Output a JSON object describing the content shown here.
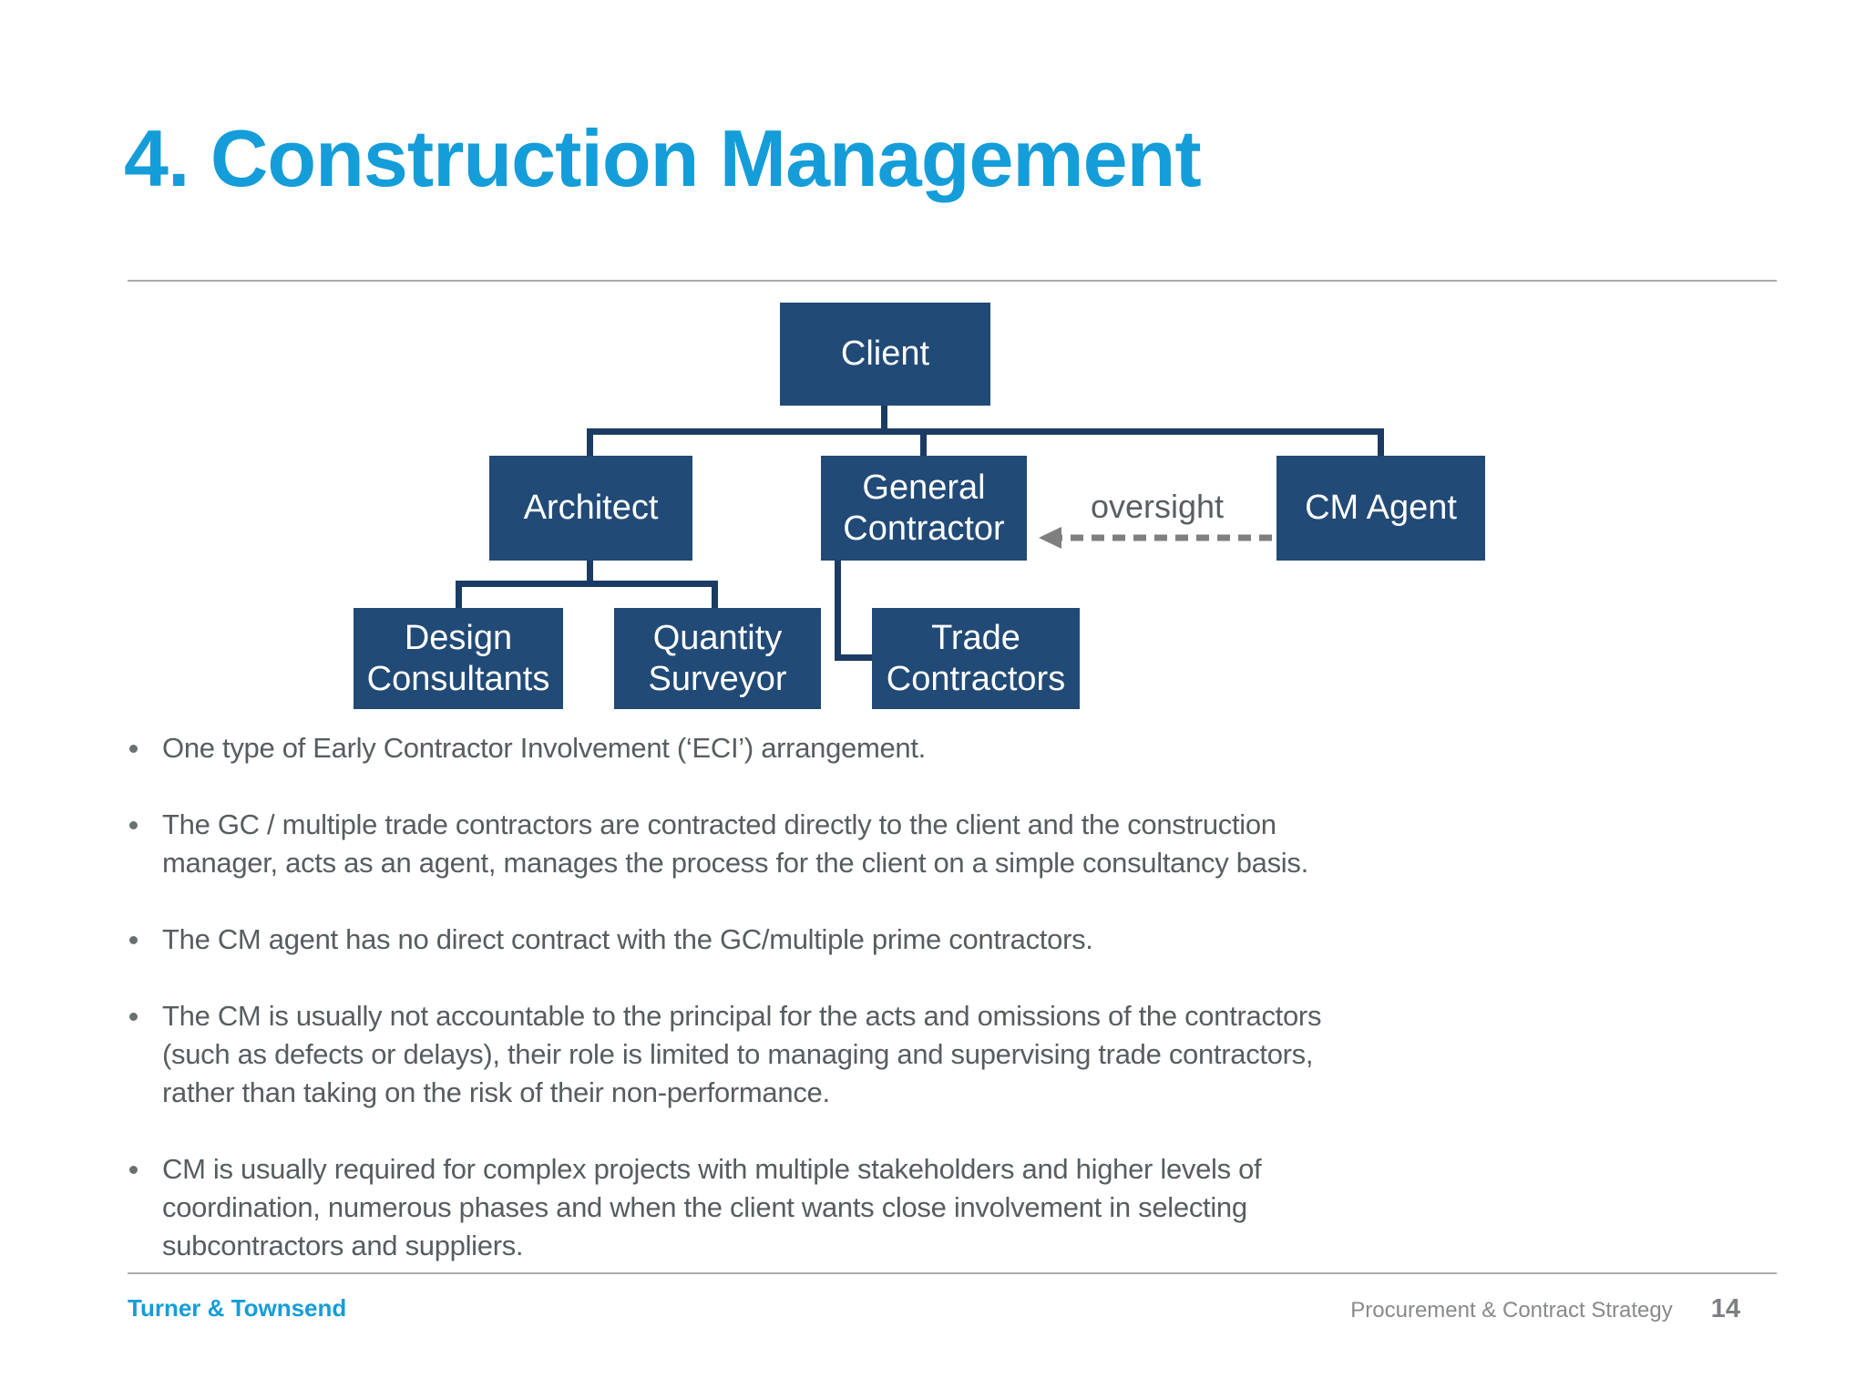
{
  "slide": {
    "title": "4. Construction Management",
    "footer": {
      "company": "Turner & Townsend",
      "deck_title": "Procurement & Contract Strategy",
      "page_number": "14"
    }
  },
  "diagram": {
    "type": "org-chart",
    "nodes": {
      "client": "Client",
      "architect": "Architect",
      "general_contractor": "General Contractor",
      "cm_agent": "CM Agent",
      "design_consultants": "Design Consultants",
      "quantity_surveyor": "Quantity Surveyor",
      "trade_contractors": "Trade Contractors"
    },
    "edges": [
      "client -> architect",
      "client -> general_contractor",
      "client -> cm_agent",
      "architect -> design_consultants",
      "architect -> quantity_surveyor",
      "general_contractor -> trade_contractors",
      "cm_agent -(dashed oversight)-> general_contractor"
    ],
    "edge_label": "oversight"
  },
  "bullets": [
    "One type of Early Contractor Involvement (‘ECI’) arrangement.",
    "The GC / multiple trade contractors are contracted directly to the client and the construction\nmanager, acts as an agent, manages the process for the client on a simple consultancy basis.",
    "The CM agent has no direct contract with the GC/multiple prime contractors.",
    "The CM is usually not accountable to the principal for the acts and omissions of the contractors\n(such as defects or delays), their role is limited to managing and supervising trade contractors,\nrather than taking on the risk of their non-performance.",
    "CM is usually required for complex projects with multiple stakeholders and higher levels of\ncoordination, numerous phases and when the client wants close involvement in selecting\nsubcontractors and suppliers."
  ],
  "colors": {
    "accent_cyan": "#149DD9",
    "node_navy": "#214A76",
    "connector_navy": "#1B3B63",
    "body_gray": "#575D5F",
    "dashed_gray": "#7F7F7F",
    "divider_gray": "#ABABAB"
  }
}
